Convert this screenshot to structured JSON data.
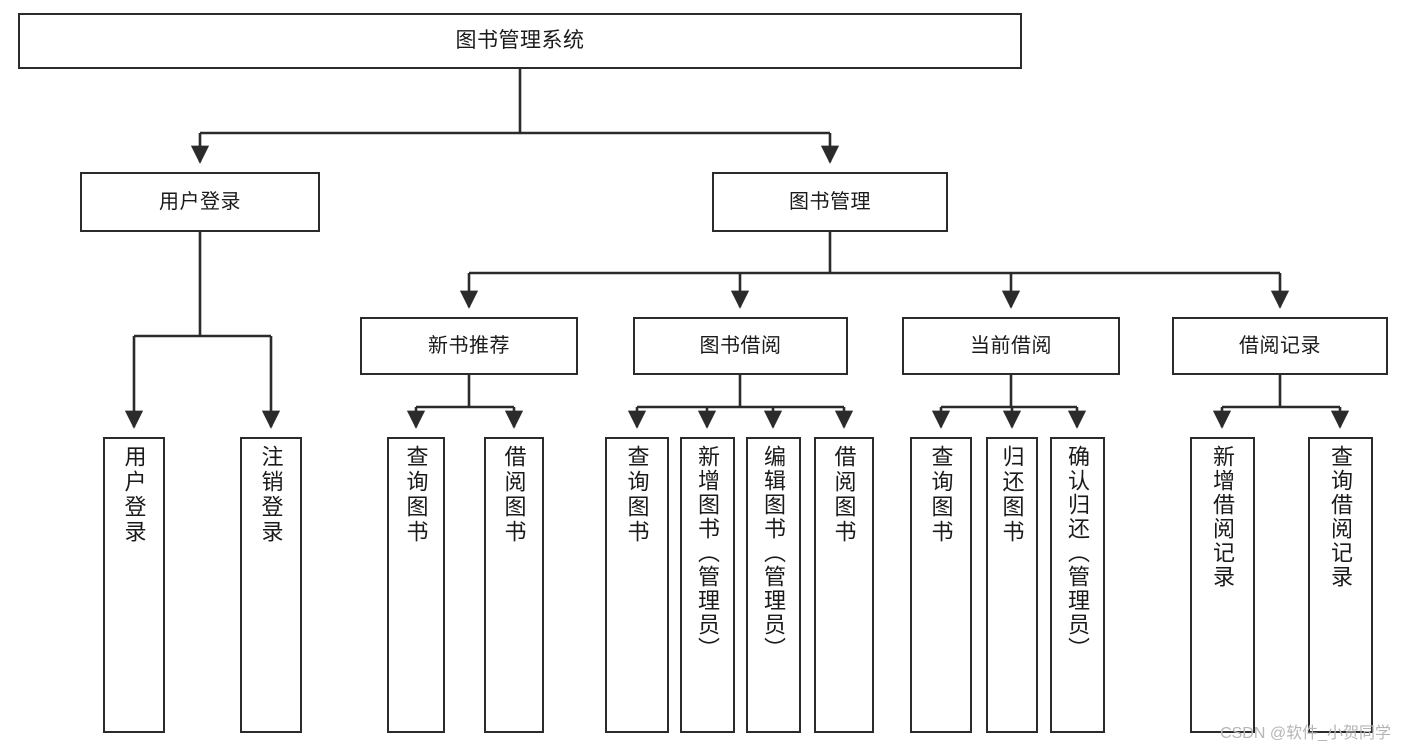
{
  "diagram": {
    "type": "tree",
    "title": "图书管理系统",
    "root": {
      "label": "图书管理系统"
    },
    "level2": [
      {
        "label": "用户登录"
      },
      {
        "label": "图书管理"
      }
    ],
    "level3": [
      {
        "label": "新书推荐"
      },
      {
        "label": "图书借阅"
      },
      {
        "label": "当前借阅"
      },
      {
        "label": "借阅记录"
      }
    ],
    "leaves": [
      {
        "label": "用户登录"
      },
      {
        "label": "注销登录"
      },
      {
        "label": "查询图书"
      },
      {
        "label": "借阅图书"
      },
      {
        "label": "查询图书"
      },
      {
        "label": "新增图书（管理员）"
      },
      {
        "label": "编辑图书（管理员）"
      },
      {
        "label": "借阅图书"
      },
      {
        "label": "查询图书"
      },
      {
        "label": "归还图书"
      },
      {
        "label": "确认归还（管理员）"
      },
      {
        "label": "新增借阅记录"
      },
      {
        "label": "查询借阅记录"
      }
    ],
    "edges": [
      {
        "from": "图书管理系统",
        "to": "用户登录"
      },
      {
        "from": "图书管理系统",
        "to": "图书管理"
      },
      {
        "from": "用户登录",
        "to": "用户登录"
      },
      {
        "from": "用户登录",
        "to": "注销登录"
      },
      {
        "from": "图书管理",
        "to": "新书推荐"
      },
      {
        "from": "图书管理",
        "to": "图书借阅"
      },
      {
        "from": "图书管理",
        "to": "当前借阅"
      },
      {
        "from": "图书管理",
        "to": "借阅记录"
      },
      {
        "from": "新书推荐",
        "to": "查询图书"
      },
      {
        "from": "新书推荐",
        "to": "借阅图书"
      },
      {
        "from": "图书借阅",
        "to": "查询图书"
      },
      {
        "from": "图书借阅",
        "to": "新增图书（管理员）"
      },
      {
        "from": "图书借阅",
        "to": "编辑图书（管理员）"
      },
      {
        "from": "图书借阅",
        "to": "借阅图书"
      },
      {
        "from": "当前借阅",
        "to": "查询图书"
      },
      {
        "from": "当前借阅",
        "to": "归还图书"
      },
      {
        "from": "当前借阅",
        "to": "确认归还（管理员）"
      },
      {
        "from": "借阅记录",
        "to": "新增借阅记录"
      },
      {
        "from": "借阅记录",
        "to": "查询借阅记录"
      }
    ],
    "colors": {
      "stroke": "#2b2b2b",
      "fill": "#ffffff",
      "text": "#1a1a1a",
      "watermark": "#b6b6b6"
    }
  },
  "watermark": {
    "text": "CSDN @软件_小贺同学"
  }
}
